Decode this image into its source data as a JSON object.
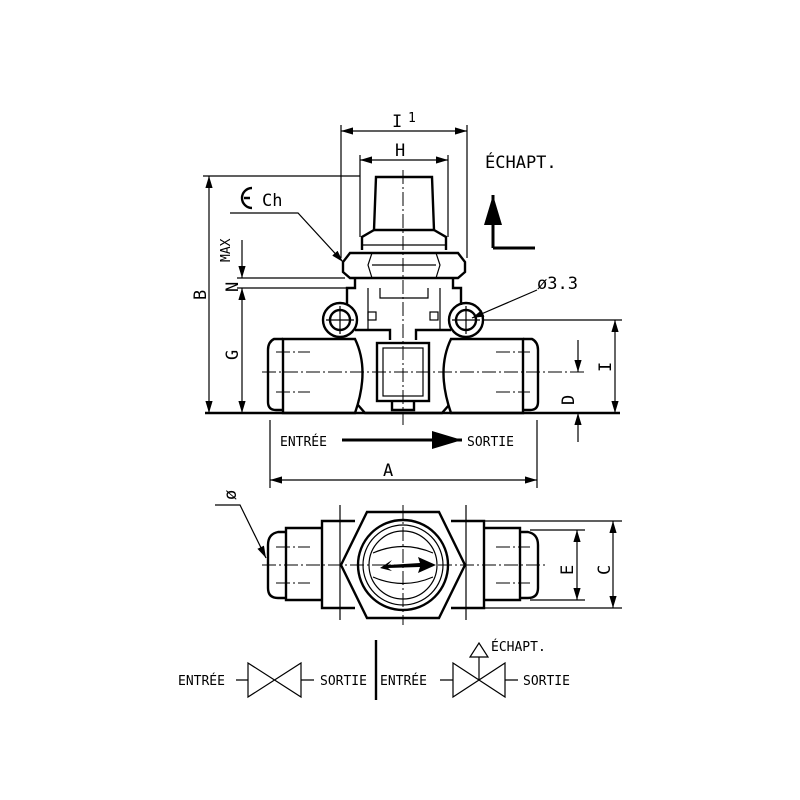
{
  "dimensions": {
    "i1": "I",
    "i1_sup": "1",
    "h": "H",
    "b": "B",
    "n": "N",
    "n_sub": "MAX",
    "g": "G",
    "ch": "Ch",
    "hole": "ø3.3",
    "i": "I",
    "d": "D",
    "a": "A",
    "e": "E",
    "c": "C",
    "dia": "ø"
  },
  "labels": {
    "exhaust_top": "ÉCHAPT.",
    "inlet": "ENTRÉE",
    "outlet": "SORTIE"
  },
  "symbols": {
    "two_way": {
      "inlet": "ENTRÉE",
      "outlet": "SORTIE"
    },
    "three_way": {
      "inlet": "ENTRÉE",
      "outlet": "SORTIE",
      "exhaust": "ÉCHAPT."
    }
  }
}
